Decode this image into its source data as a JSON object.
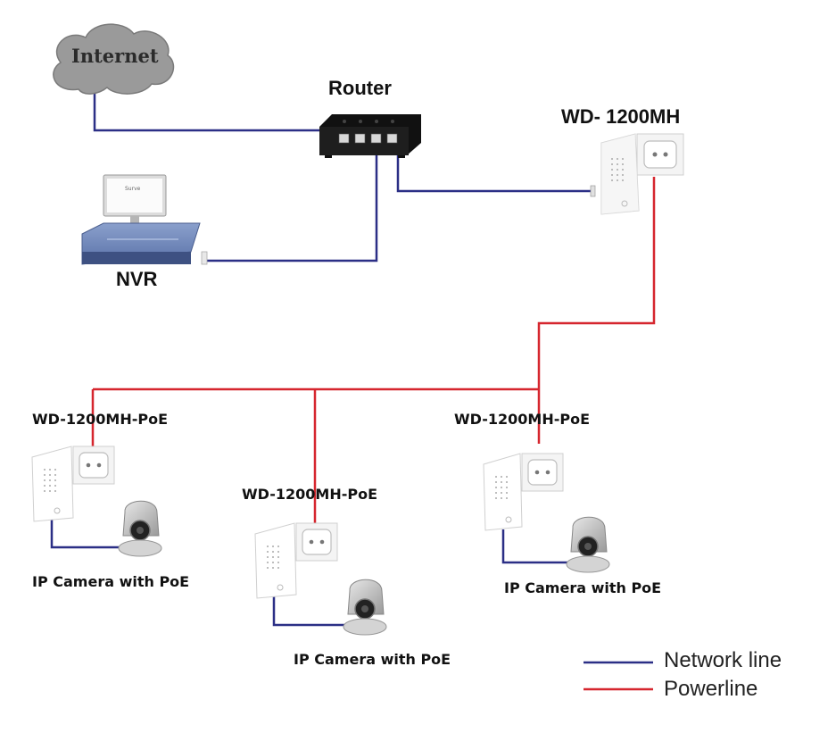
{
  "diagram": {
    "internet_label": "Internet",
    "router_label": "Router",
    "master_adapter_label": "WD- 1200MH",
    "nvr_label": "NVR",
    "poe_adapter_label": "WD-1200MH-PoE",
    "camera_label": "IP Camera with PoE",
    "nvr_screen_text": "Surve"
  },
  "legend": {
    "network_line": "Network line",
    "powerline": "Powerline"
  },
  "colors": {
    "network_line": "#2b2f86",
    "powerline": "#d6262e"
  }
}
